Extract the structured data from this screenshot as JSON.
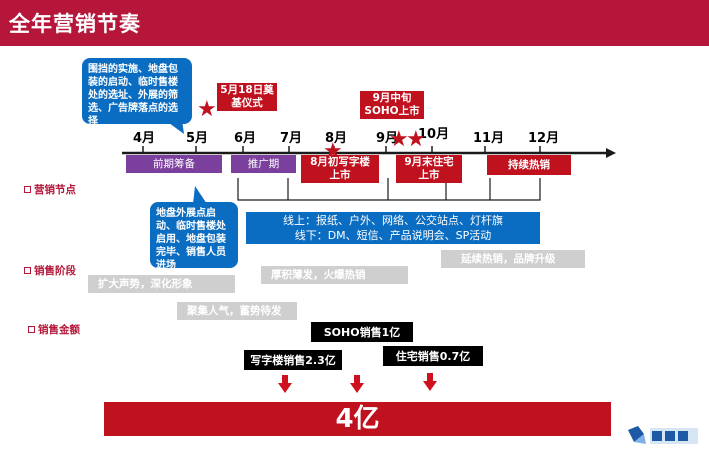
{
  "title": "全年营销节奏",
  "months": [
    "4月",
    "5月",
    "6月",
    "7月",
    "8月",
    "9月",
    "10月",
    "11月",
    "12月"
  ],
  "phases": {
    "early": "前期筹备",
    "promo": "推广期",
    "aug_launch": "8月初写字楼上市",
    "sep_launch": "9月末住宅上市",
    "sustain": "持续热销"
  },
  "milestones": {
    "may18": "5月18日奠基仪式",
    "soho": "9月中旬SOHO上市"
  },
  "callouts": {
    "top": "围挡的实施、地盘包装的启动、临时售楼处的选址、外展的筛选、广告牌落点的选择",
    "bottom": "地盘外展点启动、临时售楼处启用、地盘包装完毕、销售人员进场"
  },
  "channels": {
    "online": "线上：报纸、户外、网络、公交站点、灯杆旗",
    "offline": "线下：DM、短信、产品说明会、SP活动"
  },
  "side_labels": {
    "node": "营销节点",
    "stage": "销售阶段",
    "amount": "销售金额"
  },
  "stages": {
    "s1": "扩大声势，深化形象",
    "s2": "聚集人气，蓄势待发",
    "s3": "厚积薄发，火爆热销",
    "s4": "延续热销，品牌升级"
  },
  "sales": {
    "soho": "SOHO销售1亿",
    "office": "写字楼销售2.3亿",
    "residential": "住宅销售0.7亿",
    "total": "4亿"
  },
  "colors": {
    "brand": "#b5163a",
    "accent_red": "#c0111f",
    "purple": "#7b3f9e",
    "blue": "#0b6dc1"
  }
}
